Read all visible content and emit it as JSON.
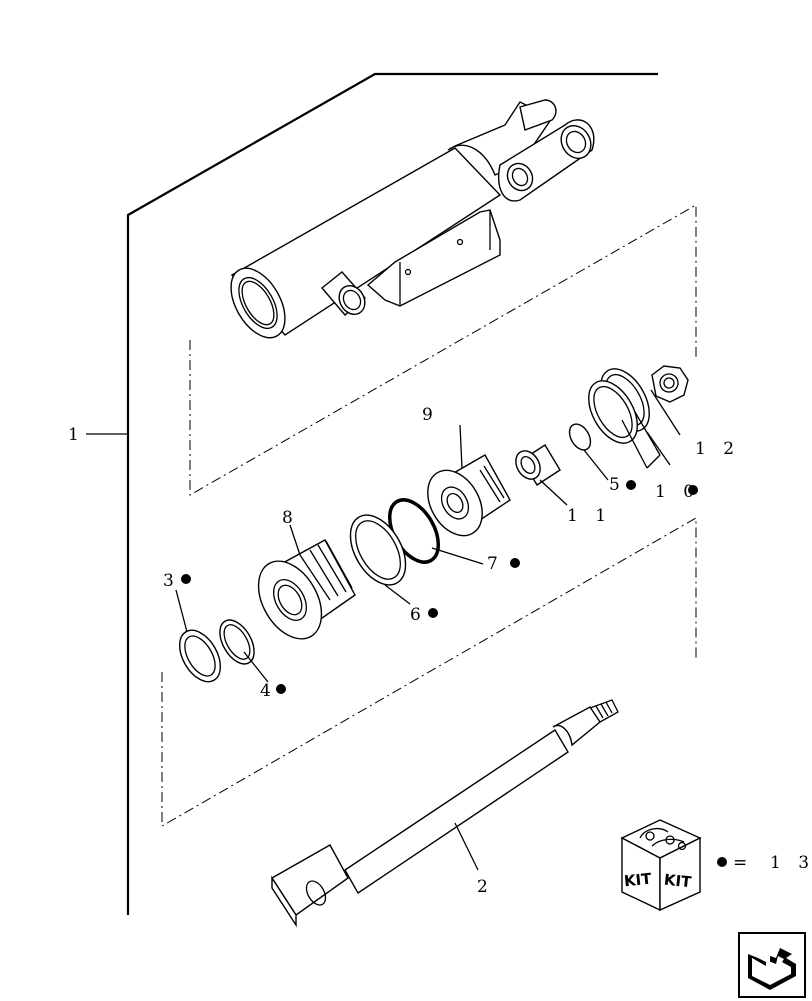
{
  "callouts": {
    "c1": "1",
    "c2": "2",
    "c3": "3",
    "c4": "4",
    "c5": "5",
    "c6": "6",
    "c7": "7",
    "c8": "8",
    "c9": "9",
    "c10": "1 0",
    "c11": "1 1",
    "c12": "1 2"
  },
  "kit_legend": {
    "box_label_1": "KIT",
    "box_label_2": "KIT",
    "equals": "=",
    "number": "1 3"
  },
  "navigation": {
    "icon": "return-arrow-icon"
  }
}
